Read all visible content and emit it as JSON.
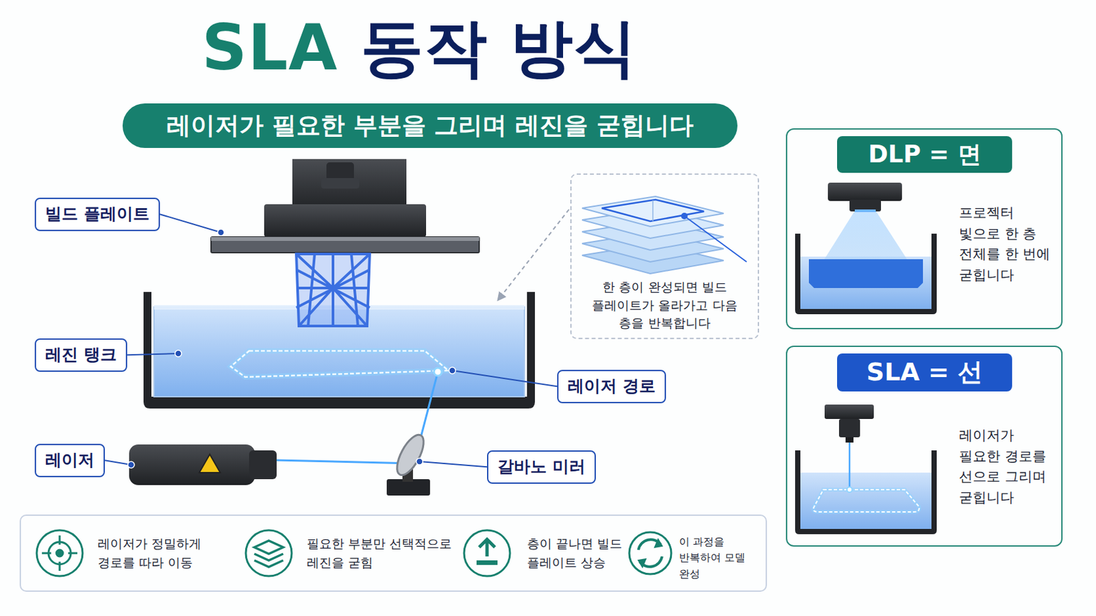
{
  "diagram": {
    "title": "SLA 동작 방식",
    "nodes": [
      {
        "text": [
          "레이저가 필요한 부분을 그리며 레진을 굳힙니다"
        ]
      },
      {
        "text": [
          "빌드 플레이트"
        ]
      },
      {
        "text": [
          "레진 탱크"
        ]
      },
      {
        "text": [
          "레이저"
        ]
      },
      {
        "text": [
          "한 층이 완성되면 빌드 플레이트가 올라가고 다음 층을 반복합니다"
        ]
      },
      {
        "text": [
          "레이저 경로"
        ]
      },
      {
        "text": [
          "갈바노 미러"
        ]
      },
      {
        "text": [
          "프로젝터 빛으로 한 층 전체를 한 번에 굳힙니다"
        ]
      },
      {
        "text": [
          "DLP = 면"
        ],
        "in": 7
      },
      {
        "text": [
          "레이저가 필요한 경로를 선으로 그리며 굳힙니다"
        ]
      },
      {
        "text": [
          "SLA = 선"
        ],
        "in": 9
      },
      {
        "text": [
          "레이저가 정밀하게 경로를 따라 이동",
          "필요한 부분만 선택적으로 레진을 굳힘",
          "층이 끝나면 빌드 플레이트 상승",
          "이 과정을 반복하여 모델 완성"
        ]
      }
    ]
  }
}
